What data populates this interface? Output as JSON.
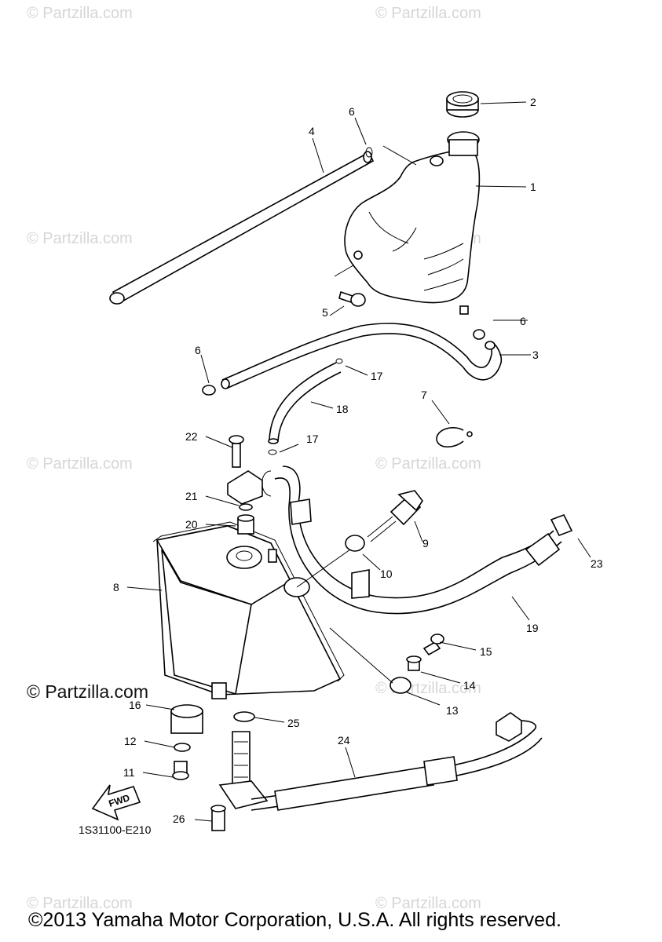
{
  "watermark_text": "© Partzilla.com",
  "watermark_prominent": "© Partzilla.com",
  "diagram_code": "1S31100-E210",
  "fwd_label": "FWD",
  "footer": "©2013 Yamaha Motor Corporation, U.S.A. All rights reserved.",
  "callouts": [
    "1",
    "2",
    "3",
    "4",
    "5",
    "6",
    "6",
    "6",
    "7",
    "8",
    "9",
    "10",
    "11",
    "12",
    "13",
    "14",
    "15",
    "16",
    "17",
    "17",
    "18",
    "19",
    "20",
    "21",
    "22",
    "23",
    "24",
    "25",
    "26"
  ],
  "colors": {
    "line": "#000000",
    "watermark": "#d6d6d6",
    "background": "#ffffff"
  }
}
